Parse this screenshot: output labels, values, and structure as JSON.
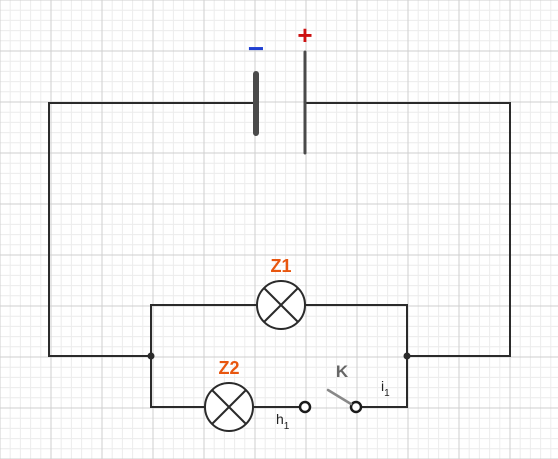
{
  "battery": {
    "negative_symbol": "−",
    "positive_symbol": "+"
  },
  "lamps": [
    {
      "label": "Z1"
    },
    {
      "label": "Z2"
    }
  ],
  "switch": {
    "label": "K"
  },
  "terminals": [
    {
      "base": "h",
      "sub": "1"
    },
    {
      "base": "i",
      "sub": "1"
    }
  ],
  "colors": {
    "grid_major": "#cfcfcf",
    "grid_minor": "#ececec",
    "wire": "#2b2b2b",
    "lamp_label": "#e8560f",
    "negative": "#1f3fd1",
    "positive": "#cc1111",
    "switch_label": "#666666"
  }
}
